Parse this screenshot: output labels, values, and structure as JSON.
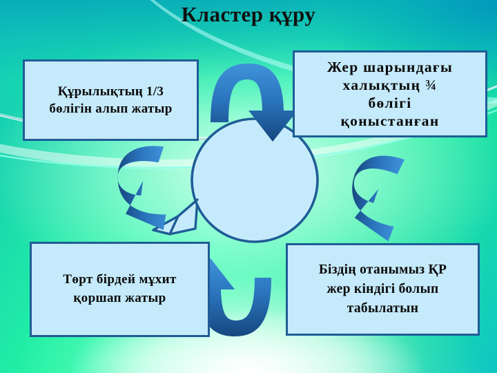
{
  "slide": {
    "title": "Кластер құру",
    "background": {
      "gradient_from": "#12c8bb",
      "gradient_mid": "#2dfdac",
      "gradient_to": "#10c6c4"
    }
  },
  "theme": {
    "box_fill": "#c5eafb",
    "box_border": "#1f5c96",
    "arrow_dark": "#1b5a96",
    "arrow_light": "#2f86cf",
    "text_color": "#0a0a0a",
    "callout_fill": "#c5eafb",
    "callout_stroke": "#1f5c96"
  },
  "cluster": {
    "center": {
      "label": "central-callout",
      "text": ""
    },
    "nodes": [
      {
        "id": "top-left",
        "text": "Құрылықтың 1/3\nбөлігін  алып  жатыр",
        "line1": "Құрылықтың 1/3",
        "line2": "бөлігін  алып  жатыр"
      },
      {
        "id": "top-right",
        "text": "Жер шарындағы\nхалықтың ¾\nбөлігі\nқоныстанған",
        "line1": "Жер шарындағы",
        "line2": "халықтың ¾",
        "line3": "бөлігі",
        "line4": "қоныстанған"
      },
      {
        "id": "bottom-left",
        "text": "Төрт бірдей мұхит\nқоршап жатыр",
        "line1": "Төрт бірдей мұхит",
        "line2": "қоршап жатыр"
      },
      {
        "id": "bottom-right",
        "text": "Біздің отанымыз ҚР\nжер кіндігі болып\nтабылатын",
        "line1": "Біздің отанымыз ҚР",
        "line2": "жер кіндігі болып",
        "line3": "табылатын"
      }
    ],
    "arrows": [
      {
        "id": "top",
        "direction": "arc-down-right",
        "name": "curved-arrow-top"
      },
      {
        "id": "left",
        "direction": "arc-up-right",
        "name": "curved-arrow-left"
      },
      {
        "id": "right",
        "direction": "arc-down-left",
        "name": "curved-arrow-right"
      },
      {
        "id": "bottom",
        "direction": "arc-up-left",
        "name": "curved-arrow-bottom"
      }
    ]
  }
}
